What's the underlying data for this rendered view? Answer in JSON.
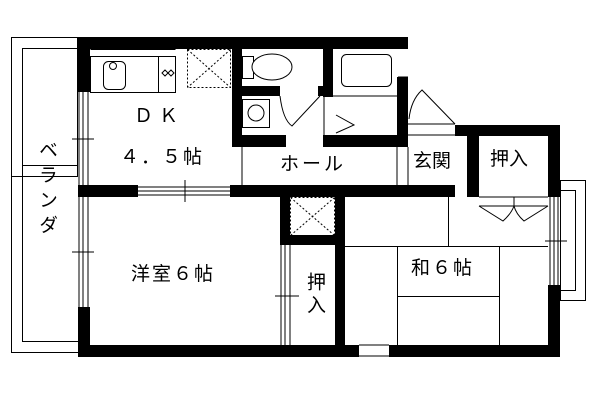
{
  "floor_plan": {
    "rooms": {
      "dk": {
        "name": "ＤＫ",
        "size": "４．５帖"
      },
      "western_room": {
        "label": "洋室６帖"
      },
      "japanese_room": {
        "label": "和６帖"
      },
      "hall": {
        "label": "ホール"
      },
      "entrance": {
        "label": "玄関"
      },
      "closet_top": {
        "label": "押入"
      },
      "closet_mid": {
        "label": "押入"
      },
      "veranda": {
        "label": "ベランダ"
      }
    },
    "colors": {
      "wall": "#000000",
      "background": "#ffffff"
    }
  }
}
